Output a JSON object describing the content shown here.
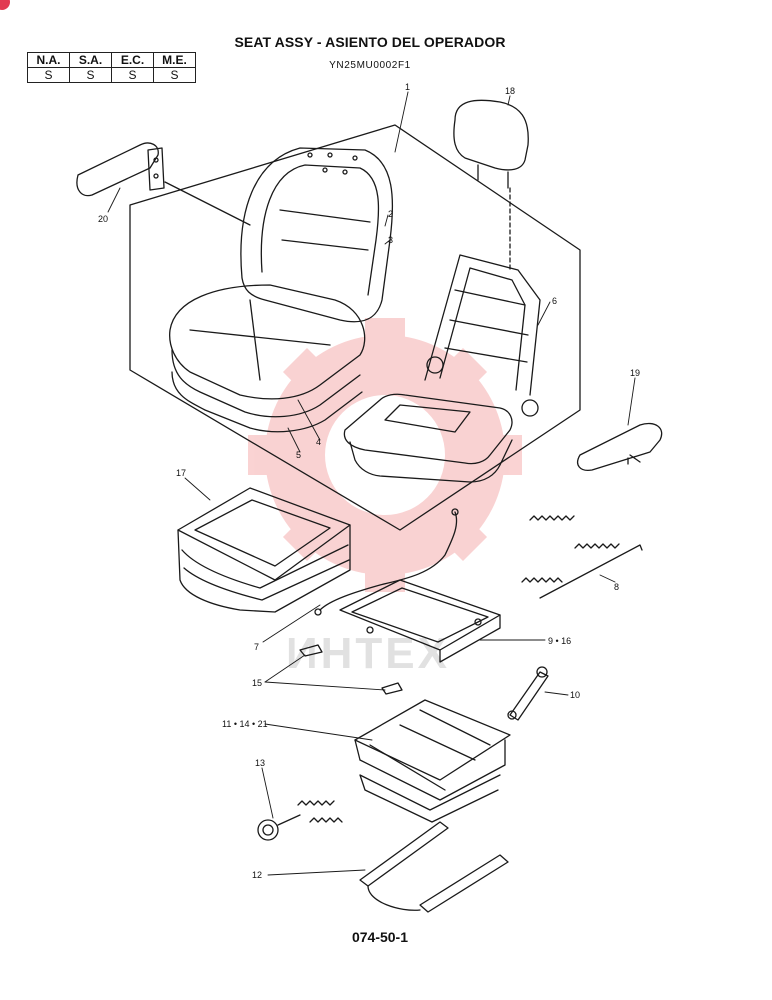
{
  "header": {
    "title": "SEAT ASSY - ASIENTO DEL OPERADOR",
    "code": "YN25MU0002F1"
  },
  "region_table": {
    "headers": [
      "N.A.",
      "S.A.",
      "E.C.",
      "M.E."
    ],
    "values": [
      "S",
      "S",
      "S",
      "S"
    ]
  },
  "callouts": {
    "c1": "1",
    "c2": "2",
    "c3": "3",
    "c4": "4",
    "c5": "5",
    "c6": "6",
    "c7": "7",
    "c8": "8",
    "c9": "9 • 16",
    "c10": "10",
    "c11": "11 • 14 • 21",
    "c12": "12",
    "c13": "13",
    "c15": "15",
    "c17": "17",
    "c18": "18",
    "c19": "19",
    "c20": "20"
  },
  "watermark": {
    "text": "ИНТЕХ",
    "color": "#f08080"
  },
  "footer": {
    "page": "074-50-1"
  }
}
